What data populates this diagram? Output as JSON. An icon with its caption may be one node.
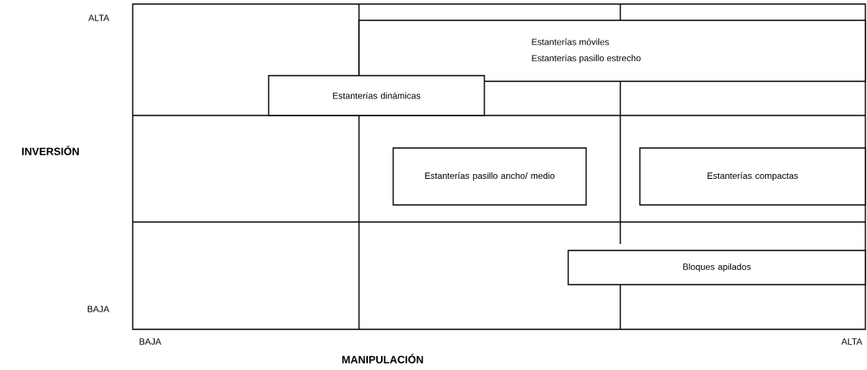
{
  "diagram": {
    "nodes": [
      {
        "text": [
          "Estanterías móviles",
          "Estanterías pasillo estrecho"
        ]
      },
      {
        "text": [
          "Estanterías dinámicas"
        ]
      },
      {
        "text": [
          "Estanterías pasillo ancho/ medio"
        ]
      },
      {
        "text": [
          "Estanterías compactas"
        ]
      },
      {
        "text": [
          "Bloques apilados"
        ]
      }
    ],
    "labels": [
      "ALTA",
      "INVERSIÓN",
      "BAJA",
      "BAJA",
      "ALTA",
      "MANIPULACIÓN"
    ]
  }
}
